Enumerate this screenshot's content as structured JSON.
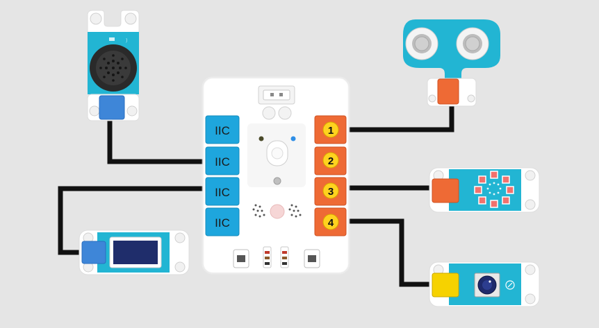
{
  "hub": {
    "iic_ports": [
      {
        "label": "IIC"
      },
      {
        "label": "IIC"
      },
      {
        "label": "IIC"
      },
      {
        "label": "IIC"
      }
    ],
    "numbered_ports": [
      {
        "number": "1"
      },
      {
        "number": "2"
      },
      {
        "number": "3"
      },
      {
        "number": "4"
      }
    ]
  },
  "modules": {
    "speaker": {
      "icon": "speaker-icon"
    },
    "display": {
      "icon": "display-icon"
    },
    "ultrasonic": {
      "icon": "ultrasonic-sensor-icon"
    },
    "led_ring": {
      "icon": "led-ring-icon"
    },
    "potentiometer": {
      "icon": "knob-icon"
    }
  },
  "colors": {
    "background": "#e5e5e5",
    "module_teal": "#22b5d3",
    "iic_blue": "#1ea6dd",
    "port_orange": "#ee6a35",
    "number_yellow": "#ffd21f",
    "wire": "#111111",
    "connector_blue": "#3e86d8",
    "connector_yellow": "#f6d200"
  }
}
